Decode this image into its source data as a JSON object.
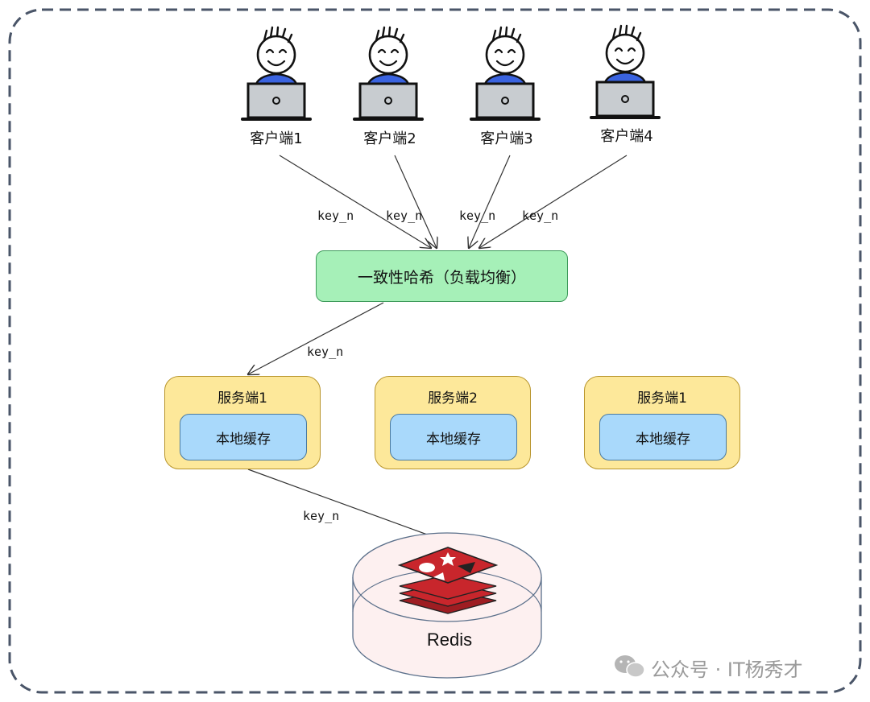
{
  "clients": [
    {
      "label": "客户端1"
    },
    {
      "label": "客户端2"
    },
    {
      "label": "客户端3"
    },
    {
      "label": "客户端4"
    }
  ],
  "client_edges": [
    {
      "label": "key_n"
    },
    {
      "label": "key_n"
    },
    {
      "label": "key_n"
    },
    {
      "label": "key_n"
    }
  ],
  "load_balancer": {
    "label": "一致性哈希（负载均衡）"
  },
  "lb_edge_label": "key_n",
  "servers": [
    {
      "title": "服务端1",
      "cache": "本地缓存"
    },
    {
      "title": "服务端2",
      "cache": "本地缓存"
    },
    {
      "title": "服务端1",
      "cache": "本地缓存"
    }
  ],
  "redis_edge_label": "key_n",
  "redis": {
    "label": "Redis",
    "logo_color": "#c8262c"
  },
  "watermark": {
    "text": "公众号 · IT杨秀才"
  },
  "colors": {
    "person_shirt": "#3a63e0",
    "laptop": "#c8ccd0",
    "load_balancer_fill": "#a6f0b8",
    "server_fill": "#fde89a",
    "cache_fill": "#a9d9fb",
    "redis_fill": "#fdf0f0"
  }
}
